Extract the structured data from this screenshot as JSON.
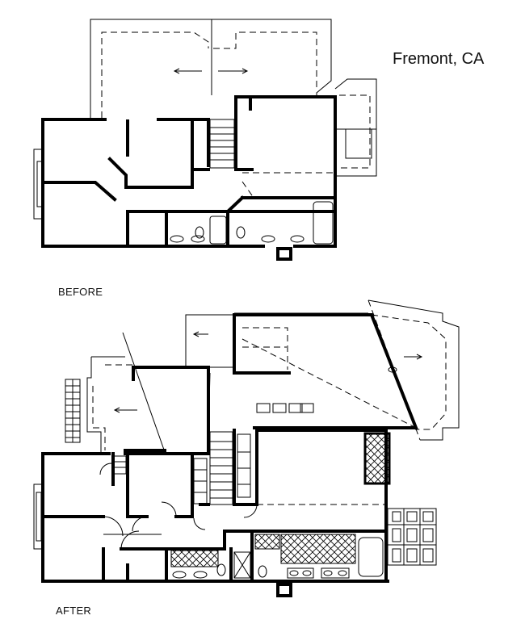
{
  "labels": {
    "location": "Fremont, CA",
    "before": "BEFORE",
    "after": "AFTER"
  },
  "colors": {
    "lines": "#000000",
    "background": "#ffffff"
  }
}
